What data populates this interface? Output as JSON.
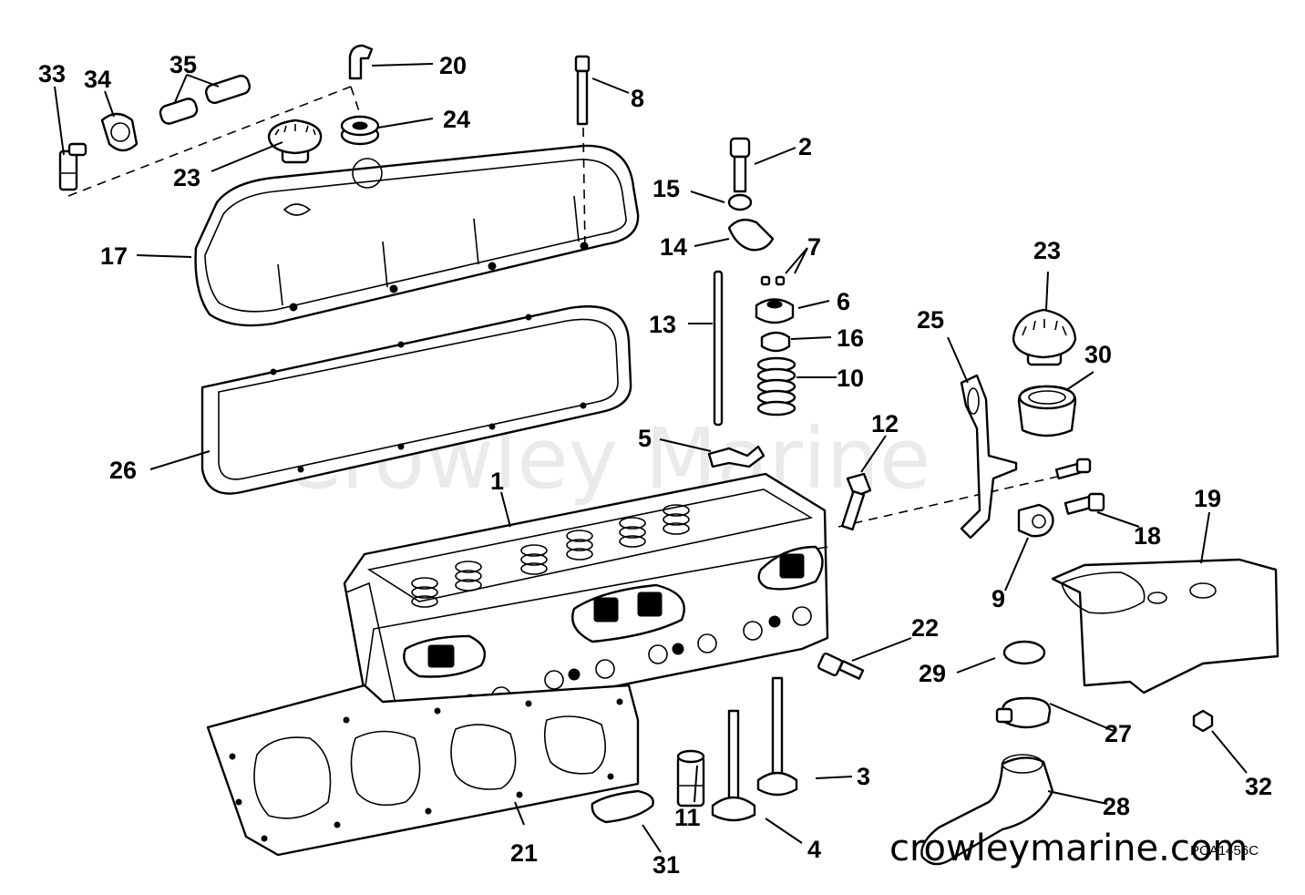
{
  "diagram": {
    "callouts": [
      "1",
      "2",
      "3",
      "4",
      "5",
      "6",
      "7",
      "8",
      "9",
      "10",
      "11",
      "12",
      "13",
      "14",
      "15",
      "16",
      "17",
      "18",
      "19",
      "20",
      "21",
      "22",
      "23",
      "23",
      "24",
      "25",
      "26",
      "27",
      "28",
      "29",
      "30",
      "31",
      "32",
      "33",
      "34",
      "35"
    ]
  },
  "watermark": "Crowley Marine",
  "website": "crowleymarine.com",
  "figure_code": "PCA1456C"
}
